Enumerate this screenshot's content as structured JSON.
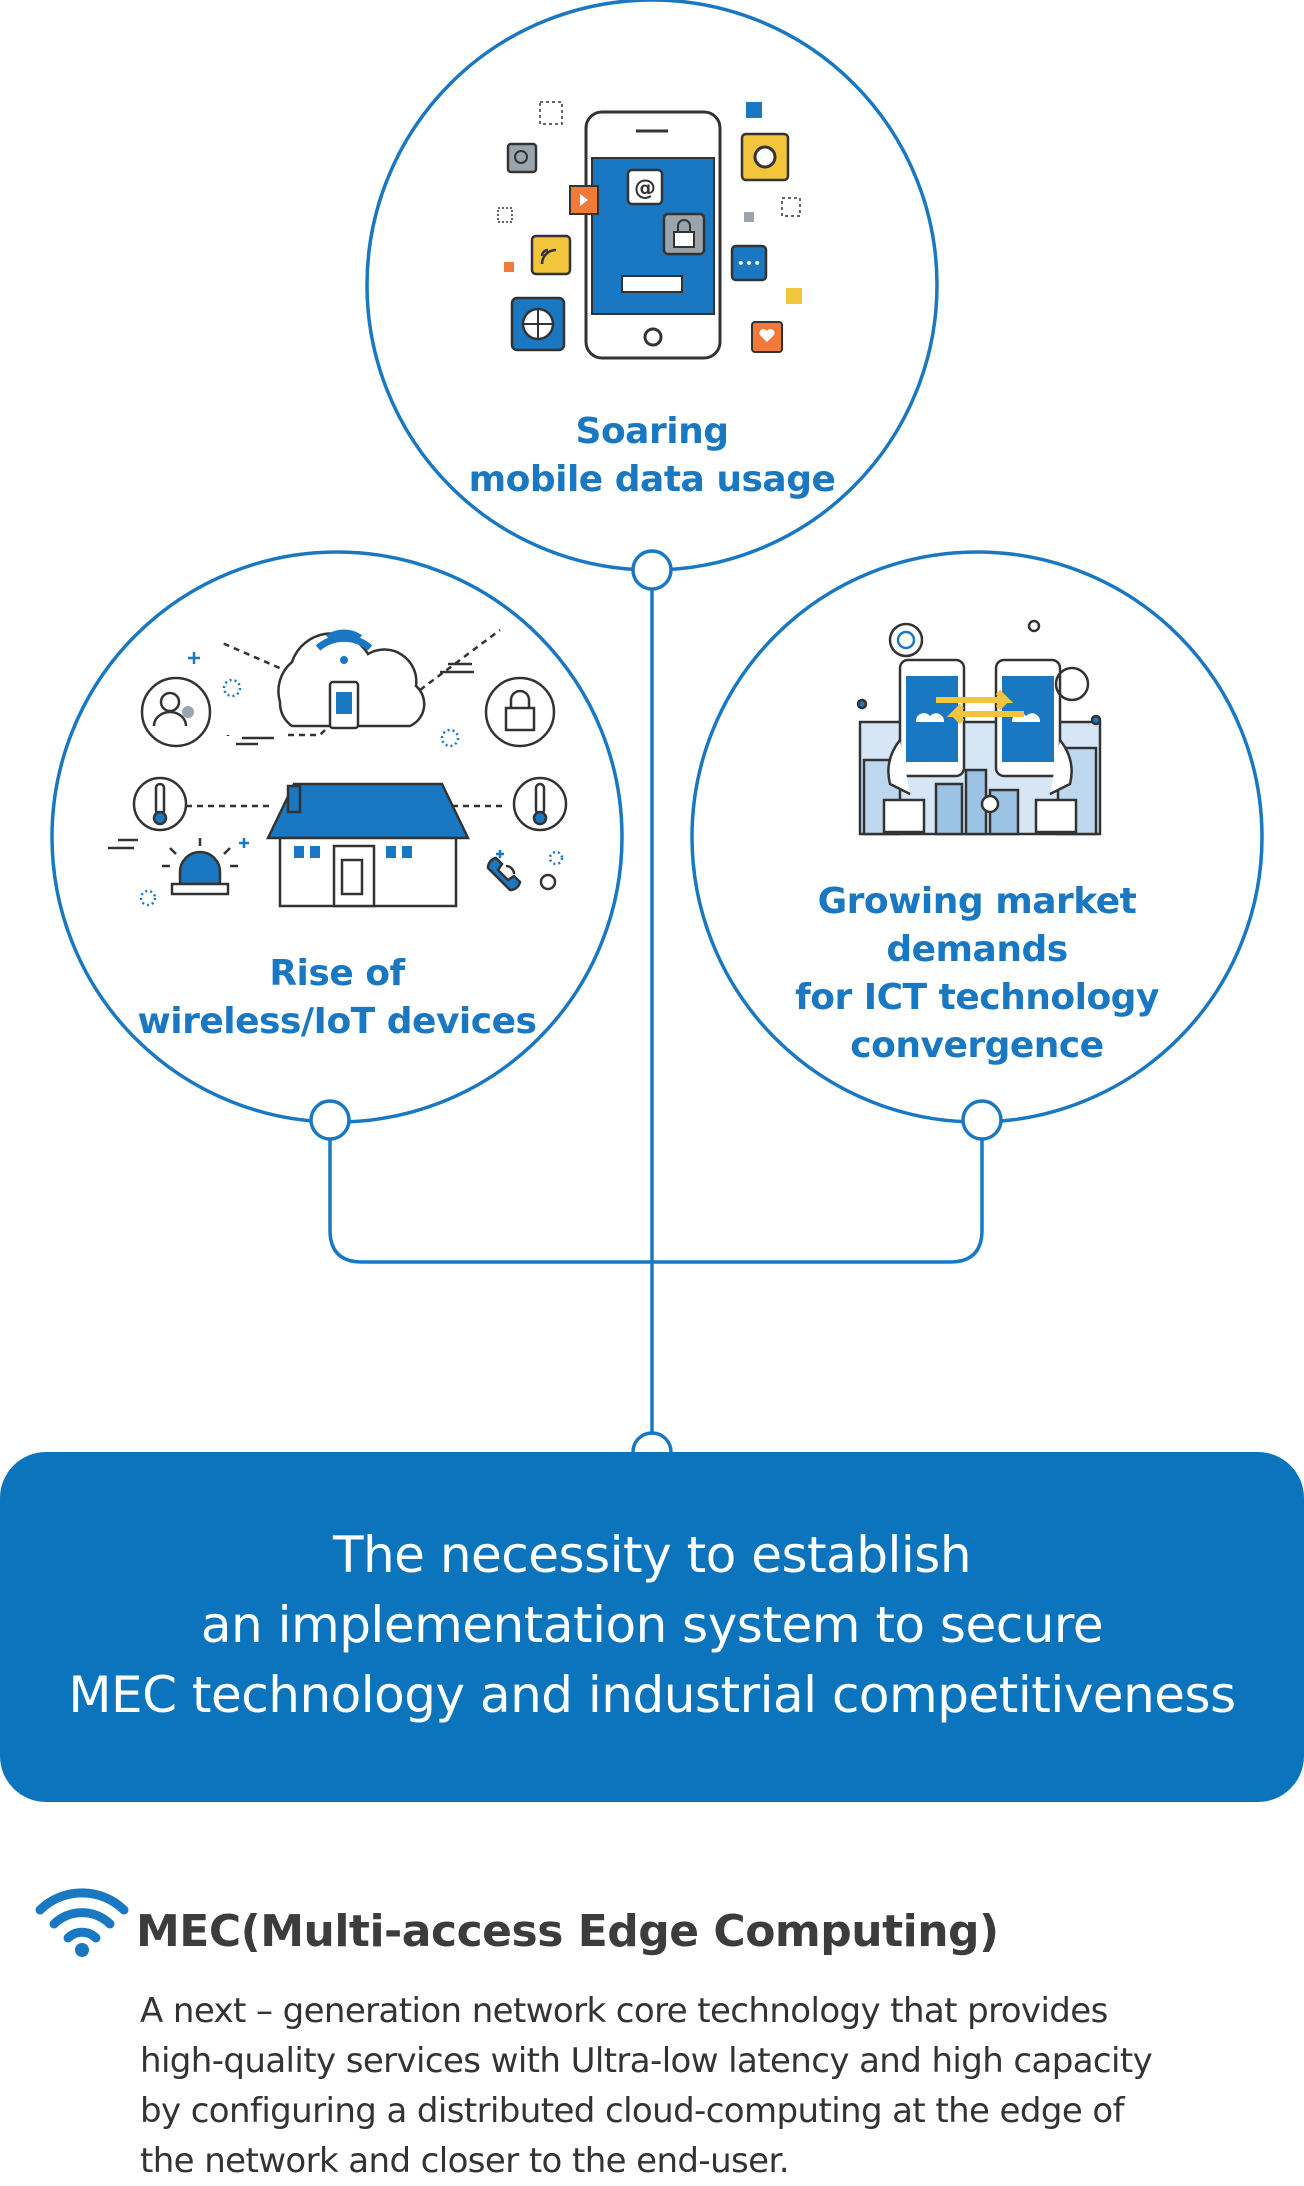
{
  "colors": {
    "accent": "#1a78c2",
    "banner": "#0b74bd",
    "accent_light": "#f3c53d",
    "accent_orange": "#f07a3a"
  },
  "nodes": {
    "mobile": {
      "title_lines": [
        "Soaring",
        "mobile data usage"
      ],
      "icon": "smartphone-apps-icon"
    },
    "iot": {
      "title_lines": [
        "Rise of",
        "wireless/IoT devices"
      ],
      "icon": "smart-home-iot-icon"
    },
    "ict": {
      "title_lines": [
        "Growing market demands",
        "for ICT technology",
        "convergence"
      ],
      "icon": "phones-exchange-city-icon"
    }
  },
  "banner": {
    "lines": [
      "The necessity to establish",
      "an implementation system to secure",
      "MEC technology and industrial competitiveness"
    ]
  },
  "definition": {
    "icon": "wifi-icon",
    "title": "MEC(Multi-access Edge Computing)",
    "lines": [
      "A next – generation network core technology that provides",
      "high-quality services with Ultra-low latency and high capacity",
      "by configuring a distributed cloud-computing at the edge of",
      "the network and closer to the end-user."
    ]
  }
}
